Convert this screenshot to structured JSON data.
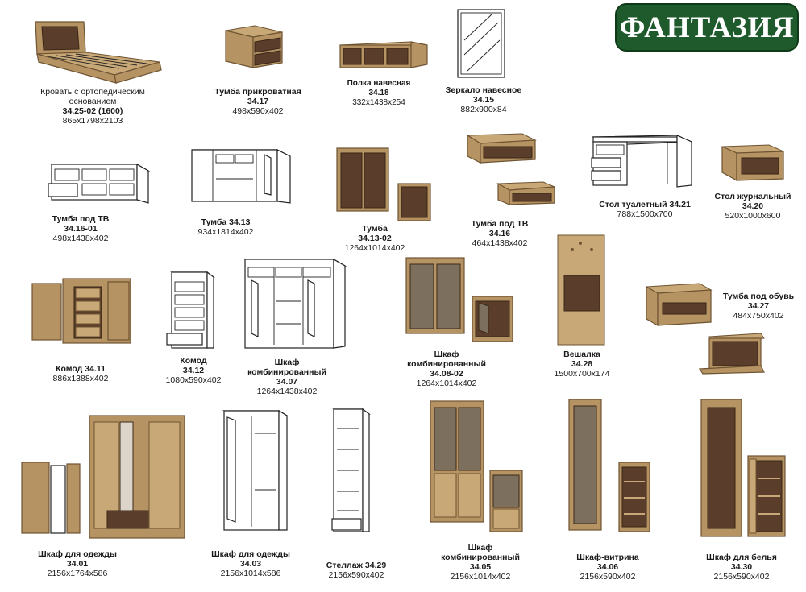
{
  "brand": "ФАНТАЗИЯ",
  "items": [
    {
      "name": "Кровать с ортопедическим основанием",
      "code": "34.25-02 (1600)",
      "dims": "865x1798x2103"
    },
    {
      "name": "Тумба прикроватная",
      "code": "34.17",
      "dims": "498x590x402"
    },
    {
      "name": "Полка навесная",
      "code": "34.18",
      "dims": "332x1438x254"
    },
    {
      "name": "Зеркало навесное",
      "code": "34.15",
      "dims": "882x900x84"
    },
    {
      "name": "Тумба под ТВ",
      "code": "34.16-01",
      "dims": "498x1438x402"
    },
    {
      "name": "Тумба 34.13",
      "code": "",
      "dims": "934x1814x402"
    },
    {
      "name": "Тумба",
      "code": "34.13-02",
      "dims": "1264x1014x402"
    },
    {
      "name": "Тумба под ТВ",
      "code": "34.16",
      "dims": "464x1438x402"
    },
    {
      "name": "Стол туалетный 34.21",
      "code": "",
      "dims": "788x1500x700"
    },
    {
      "name": "Стол журнальный",
      "code": "34.20",
      "dims": "520x1000x600"
    },
    {
      "name": "Комод 34.11",
      "code": "",
      "dims": "886x1388x402"
    },
    {
      "name": "Комод",
      "code": "34.12",
      "dims": "1080x590x402"
    },
    {
      "name": "Шкаф комбинированный",
      "code": "34.07",
      "dims": "1264x1438x402"
    },
    {
      "name": "Шкаф комбинированный",
      "code": "34.08-02",
      "dims": "1264x1014x402"
    },
    {
      "name": "Вешалка",
      "code": "34.28",
      "dims": "1500x700x174"
    },
    {
      "name": "Тумба под обувь",
      "code": "34.27",
      "dims": "484x750x402"
    },
    {
      "name": "Шкаф для одежды",
      "code": "34.01",
      "dims": "2156x1764x586"
    },
    {
      "name": "Шкаф для одежды 34.03",
      "code": "",
      "dims": "2156x1014x586"
    },
    {
      "name": "Стеллаж 34.29",
      "code": "",
      "dims": "2156x590x402"
    },
    {
      "name": "Шкаф комбинированный",
      "code": "34.05",
      "dims": "2156x1014x402"
    },
    {
      "name": "Шкаф-витрина",
      "code": "34.06",
      "dims": "2156x590x402"
    },
    {
      "name": "Шкаф для белья",
      "code": "34.30",
      "dims": "2156x590x402"
    }
  ]
}
